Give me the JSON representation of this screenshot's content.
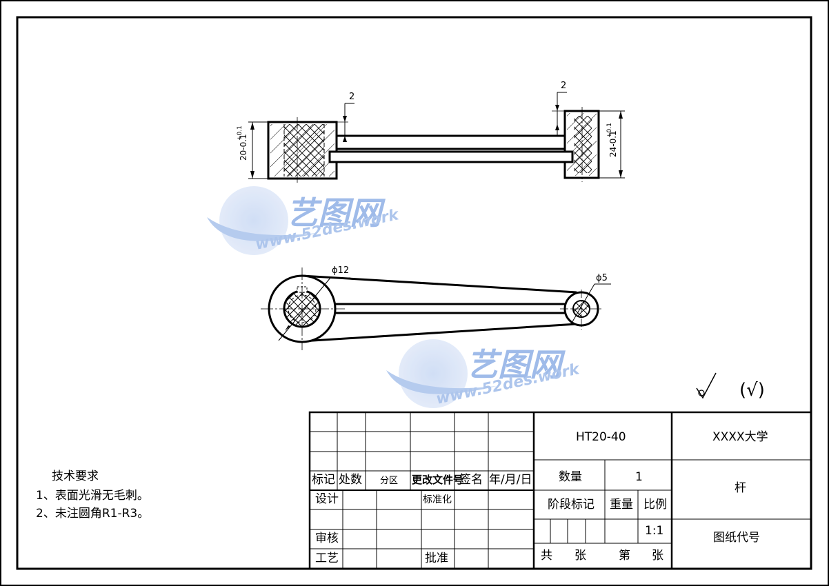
{
  "dimensions": {
    "left_height": "20-0.1",
    "left_tol": "+0.1",
    "right_height": "24-0.1",
    "right_tol": "+0.1",
    "top_left_offset": "2",
    "top_right_offset": "2",
    "big_hole": "ϕ12",
    "small_hole": "ϕ5"
  },
  "roughness": {
    "symbol": "✓",
    "rest": "(√)"
  },
  "tech_requirements": {
    "title": "技术要求",
    "items": [
      "1、表面光滑无毛刺。",
      "2、未注圆角R1-R3。"
    ]
  },
  "title_block": {
    "material": "HT20-40",
    "school": "XXXX大学",
    "part_name": "杆",
    "quantity_label": "数量",
    "quantity_value": "1",
    "stage_label": "阶段标记",
    "weight_label": "重量",
    "scale_label": "比例",
    "scale_value": "1:1",
    "drawing_code_label": "图纸代号",
    "total_label": "共",
    "sheet_label": "张",
    "page_label": "第",
    "page_sheet_label": "张",
    "row_mark": "标记",
    "row_count": "处数",
    "row_zone": "分区",
    "row_change_doc": "更改文件号",
    "row_sign": "签名",
    "row_date": "年/月/日",
    "design": "设计",
    "standard": "标准化",
    "review": "审核",
    "process": "工艺",
    "approve": "批准"
  },
  "watermark": {
    "brand": "艺图网",
    "url": "www.52des.work"
  }
}
